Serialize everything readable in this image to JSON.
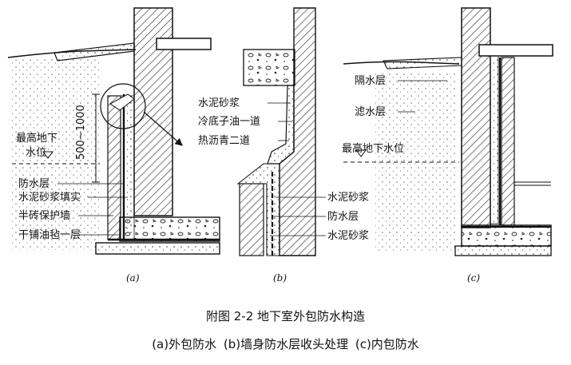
{
  "figure": {
    "caption_title": "附图 2-2   地下室外包防水构造",
    "caption_parts": "(a)外包防水   (b)墙身防水层收头处理   (c)内包防水"
  },
  "panel_a": {
    "tag": "(a)",
    "dimension": "500~1000",
    "water_level": [
      "最高地下",
      "水位"
    ],
    "labels": [
      "防水层",
      "水泥砂浆填实",
      "半砖保护墙",
      "干铺油毡一层"
    ]
  },
  "panel_b": {
    "tag": "(b)",
    "labels_top": [
      "水泥砂浆",
      "冷底子油一道",
      "热沥青二道"
    ],
    "labels_bottom": [
      "水泥砂浆",
      "防水层",
      "水泥砂浆"
    ]
  },
  "panel_c": {
    "tag": "(c)",
    "labels": [
      "隔水层",
      "滤水层",
      "最高地下水位"
    ]
  }
}
